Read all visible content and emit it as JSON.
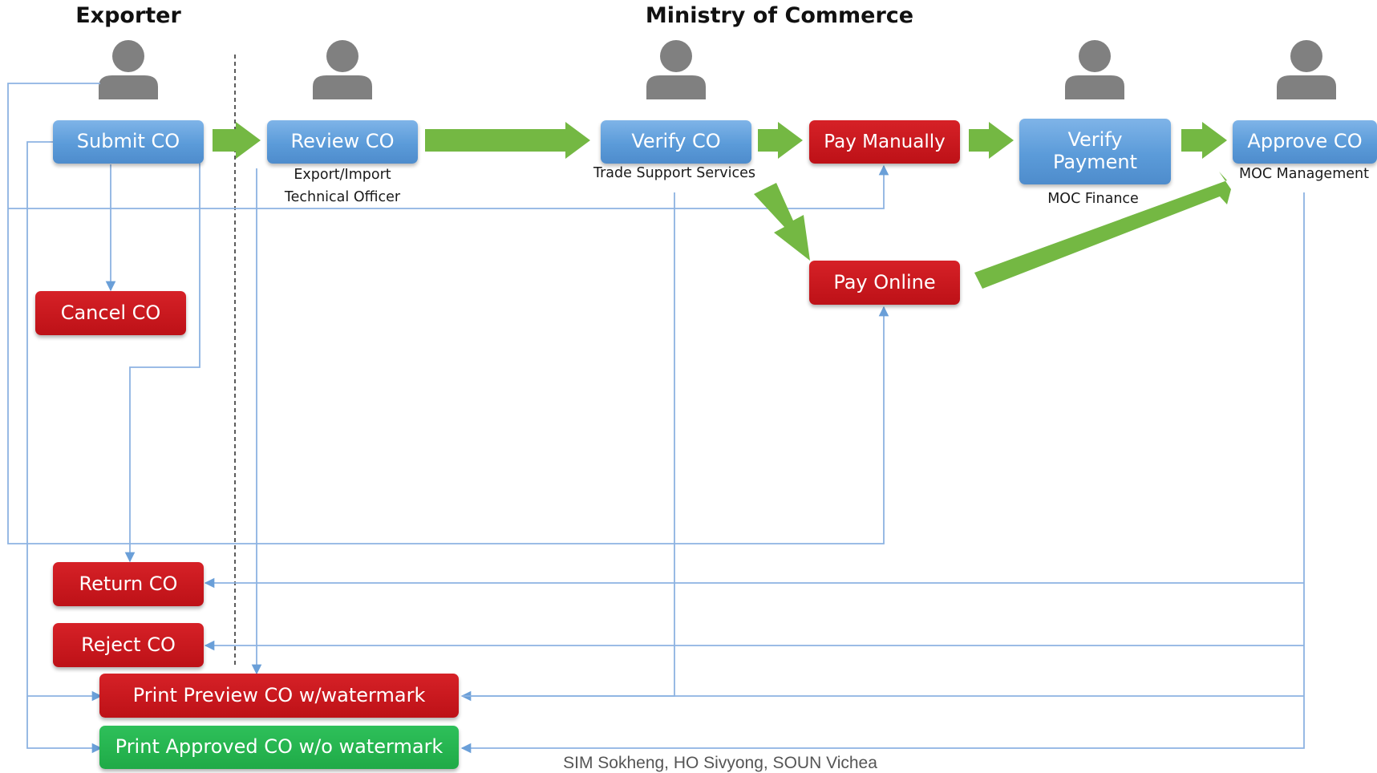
{
  "lanes": {
    "exporter": "Exporter",
    "ministry": "Ministry of Commerce"
  },
  "nodes": {
    "submit": "Submit CO",
    "review": "Review CO",
    "verify": "Verify CO",
    "pay_manually": "Pay Manually",
    "verify_payment": "Verify Payment",
    "approve": "Approve CO",
    "pay_online": "Pay Online",
    "cancel": "Cancel CO",
    "return": "Return CO",
    "reject": "Reject CO",
    "print_preview": "Print Preview CO w/watermark",
    "print_approved": "Print Approved CO w/o watermark"
  },
  "roles": {
    "review_line1": "Export/Import",
    "review_line2": "Technical Officer",
    "verify": "Trade Support Services",
    "verify_payment": "MOC Finance",
    "approve": "MOC Management"
  },
  "footer": "SIM Sokheng, HO Sivyong, SOUN Vichea",
  "colors": {
    "blue_node": "#5b9bd9",
    "red_node": "#c0161c",
    "green_node": "#22ad4b",
    "flow_arrow": "#74b843",
    "connector": "#8db3e2",
    "person_icon": "#7f7f7f"
  }
}
